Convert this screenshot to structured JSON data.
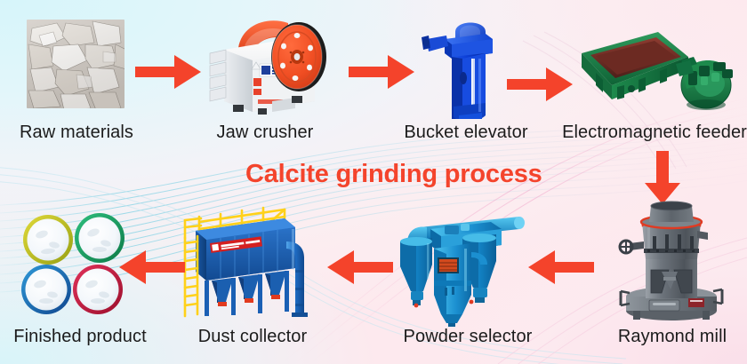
{
  "title": "Calcite grinding process",
  "colors": {
    "arrow": "#f4432b",
    "title": "#f4442c",
    "caption": "#1b1b1b",
    "bg_left": "#d6f5fa",
    "bg_right": "#fde9ee",
    "jaw_crusher_body": "#e9ecef",
    "jaw_crusher_wheel": "#f04e23",
    "bucket_elevator": "#0a3fd8",
    "feeder_green": "#1b7a43",
    "feeder_trough": "#6e2d27",
    "raymond_mill": "#6d7279",
    "powder_selector": "#1f9ed8",
    "dust_collector": "#1a5fb4",
    "dust_collector_rail": "#ffd11a",
    "product_rim_1": "#c9c22a",
    "product_rim_2": "#139a5c",
    "product_rim_3": "#1464b4",
    "product_rim_4": "#c2183c",
    "product_powder": "#f4f8fb"
  },
  "steps": [
    {
      "id": "raw-materials",
      "label": "Raw materials",
      "row": "top",
      "order": 1
    },
    {
      "id": "jaw-crusher",
      "label": "Jaw crusher",
      "row": "top",
      "order": 2
    },
    {
      "id": "bucket-elevator",
      "label": "Bucket elevator",
      "row": "top",
      "order": 3
    },
    {
      "id": "electromagnetic-feeder",
      "label": "Electromagnetic feeder",
      "row": "top",
      "order": 4
    },
    {
      "id": "raymond-mill",
      "label": "Raymond mill",
      "row": "bottom",
      "order": 5
    },
    {
      "id": "powder-selector",
      "label": "Powder selector",
      "row": "bottom",
      "order": 6
    },
    {
      "id": "dust-collector",
      "label": "Dust collector",
      "row": "bottom",
      "order": 7
    },
    {
      "id": "finished-product",
      "label": "Finished product",
      "row": "bottom",
      "order": 8
    }
  ],
  "arrows": [
    {
      "id": "arrow-raw-to-jaw",
      "direction": "right"
    },
    {
      "id": "arrow-jaw-to-bucket",
      "direction": "right"
    },
    {
      "id": "arrow-bucket-to-feeder",
      "direction": "right"
    },
    {
      "id": "arrow-feeder-to-mill",
      "direction": "down"
    },
    {
      "id": "arrow-mill-to-selector",
      "direction": "left"
    },
    {
      "id": "arrow-selector-to-dust",
      "direction": "left"
    },
    {
      "id": "arrow-dust-to-product",
      "direction": "left"
    }
  ]
}
